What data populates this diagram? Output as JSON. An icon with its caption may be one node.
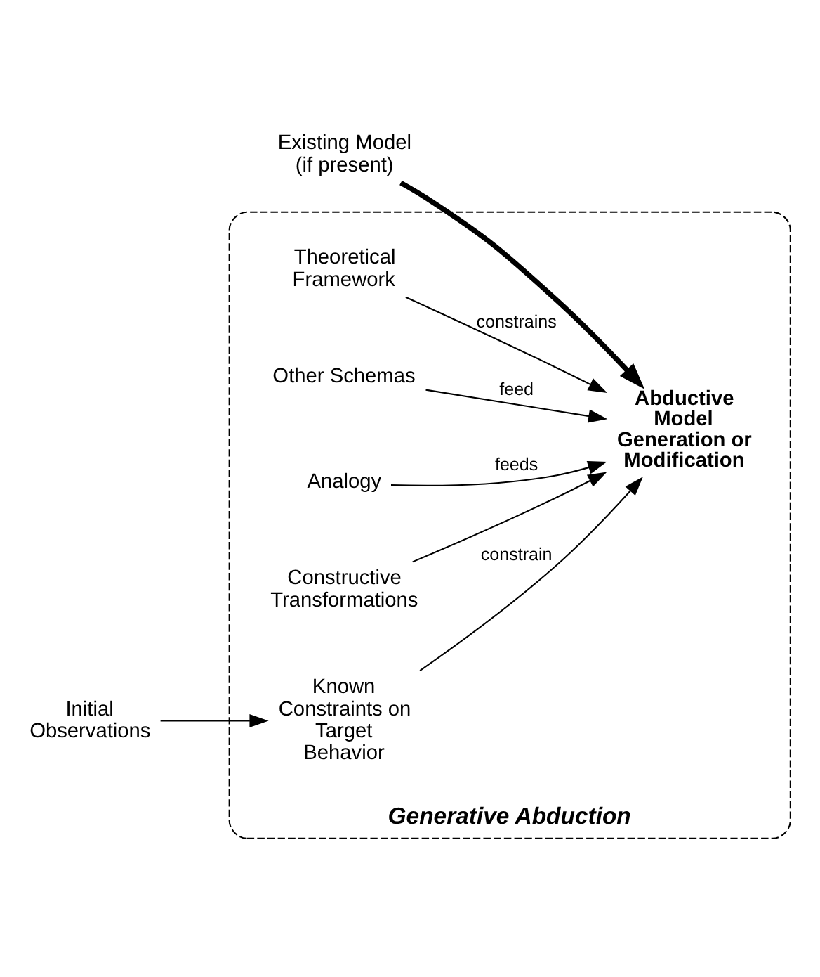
{
  "diagram": {
    "nodes": [
      {
        "text": [
          "Generative Abduction"
        ]
      },
      {
        "text": [
          "Theoretical Framework"
        ],
        "in": 0
      },
      {
        "text": [
          "Other Schemas"
        ],
        "in": 0
      },
      {
        "text": [
          "Analogy"
        ],
        "in": 0
      },
      {
        "text": [
          "Abductive Model Generation or Modification"
        ],
        "in": 0
      },
      {
        "text": [
          "Existing Model (if present)"
        ]
      },
      {
        "text": [
          "Constructive Transformations"
        ],
        "in": 0
      },
      {
        "text": [
          "Known Constraints on Target Behavior"
        ],
        "in": 0
      },
      {
        "text": [
          "Initial Observations"
        ]
      }
    ],
    "edges": [
      {
        "from": 1,
        "to": 4,
        "arrow": "to",
        "label": "constrains"
      },
      {
        "from": 2,
        "to": 4,
        "arrow": "to",
        "label": "feed"
      },
      {
        "from": 3,
        "to": 4,
        "arrow": "to",
        "label": "feeds"
      },
      {
        "from": 5,
        "to": 4,
        "arrow": "to",
        "style": "thick"
      },
      {
        "from": 6,
        "to": 4,
        "arrow": "to"
      },
      {
        "from": 7,
        "to": 4,
        "arrow": "to",
        "label": "constrain"
      },
      {
        "from": 8,
        "to": 7,
        "arrow": "to"
      }
    ]
  }
}
